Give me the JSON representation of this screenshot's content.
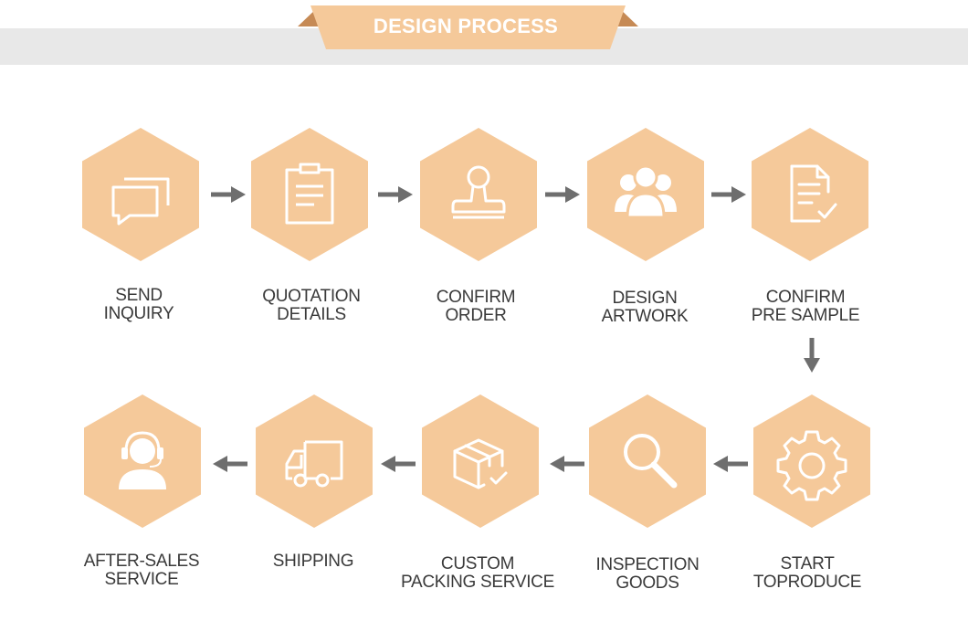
{
  "header": {
    "title": "DESIGN PROCESS"
  },
  "colors": {
    "hexagon": "#f5c99a",
    "banner": "#f5c99a",
    "banner_fold": "#c68a55",
    "band": "#e8e8e8",
    "arrow": "#6e6e6e",
    "text": "#3a3a3a"
  },
  "steps": [
    {
      "icon": "chat-bubbles-icon",
      "line1": "SEND",
      "line2": "INQUIRY"
    },
    {
      "icon": "clipboard-icon",
      "line1": "QUOTATION",
      "line2": "DETAILS"
    },
    {
      "icon": "stamp-icon",
      "line1": "CONFIRM",
      "line2": "ORDER"
    },
    {
      "icon": "team-icon",
      "line1": "DESIGN",
      "line2": "ARTWORK"
    },
    {
      "icon": "document-check-icon",
      "line1": "CONFIRM",
      "line2": "PRE SAMPLE"
    },
    {
      "icon": "gear-icon",
      "line1": "START",
      "line2": "TOPRODUCE"
    },
    {
      "icon": "magnifier-icon",
      "line1": "INSPECTION",
      "line2": "GOODS"
    },
    {
      "icon": "package-icon",
      "line1": "CUSTOM",
      "line2": "PACKING SERVICE"
    },
    {
      "icon": "truck-icon",
      "line1": "SHIPPING",
      "line2": ""
    },
    {
      "icon": "headset-agent-icon",
      "line1": "AFTER-SALES",
      "line2": "SERVICE"
    }
  ]
}
